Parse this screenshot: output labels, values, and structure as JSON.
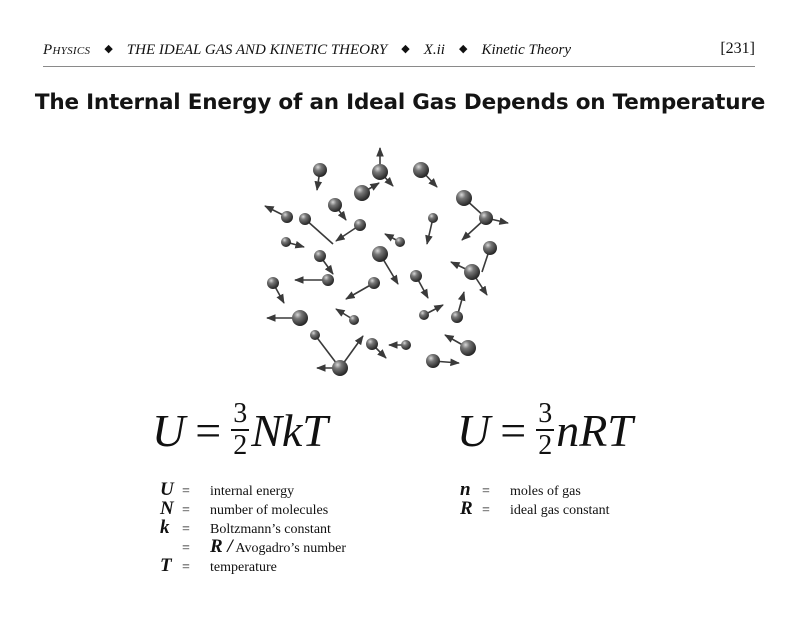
{
  "header": {
    "subject": "Physics",
    "chapter": "THE IDEAL GAS AND KINETIC THEORY",
    "section": "X.ii",
    "topic": "Kinetic Theory",
    "separator": "◆",
    "page_number": "[231]"
  },
  "title": "The Internal Energy of an Ideal Gas Depends on Temperature",
  "diagram": {
    "label": "gas molecules with velocity arrows",
    "ball_color": "#4a4a4a",
    "arrow_color": "#3a3a3a"
  },
  "equations": [
    {
      "lhs": "U",
      "equals": "=",
      "numerator": "3",
      "denominator": "2",
      "rhs": "NkT"
    },
    {
      "lhs": "U",
      "equals": "=",
      "numerator": "3",
      "denominator": "2",
      "rhs": "nRT"
    }
  ],
  "legend_left": [
    {
      "symbol": "U",
      "op": "=",
      "desc": "internal energy"
    },
    {
      "symbol": "N",
      "op": "=",
      "desc": "number of molecules"
    },
    {
      "symbol": "k",
      "op": "=",
      "desc": "Boltzmann’s constant"
    },
    {
      "symbol": "",
      "op": "=",
      "desc_symbol": "R /",
      "desc": " Avogadro’s number"
    },
    {
      "symbol": "T",
      "op": "=",
      "desc": "temperature"
    }
  ],
  "legend_right": [
    {
      "symbol": "n",
      "op": "=",
      "desc": "moles of gas"
    },
    {
      "symbol": "R",
      "op": "=",
      "desc": "ideal gas constant"
    }
  ]
}
